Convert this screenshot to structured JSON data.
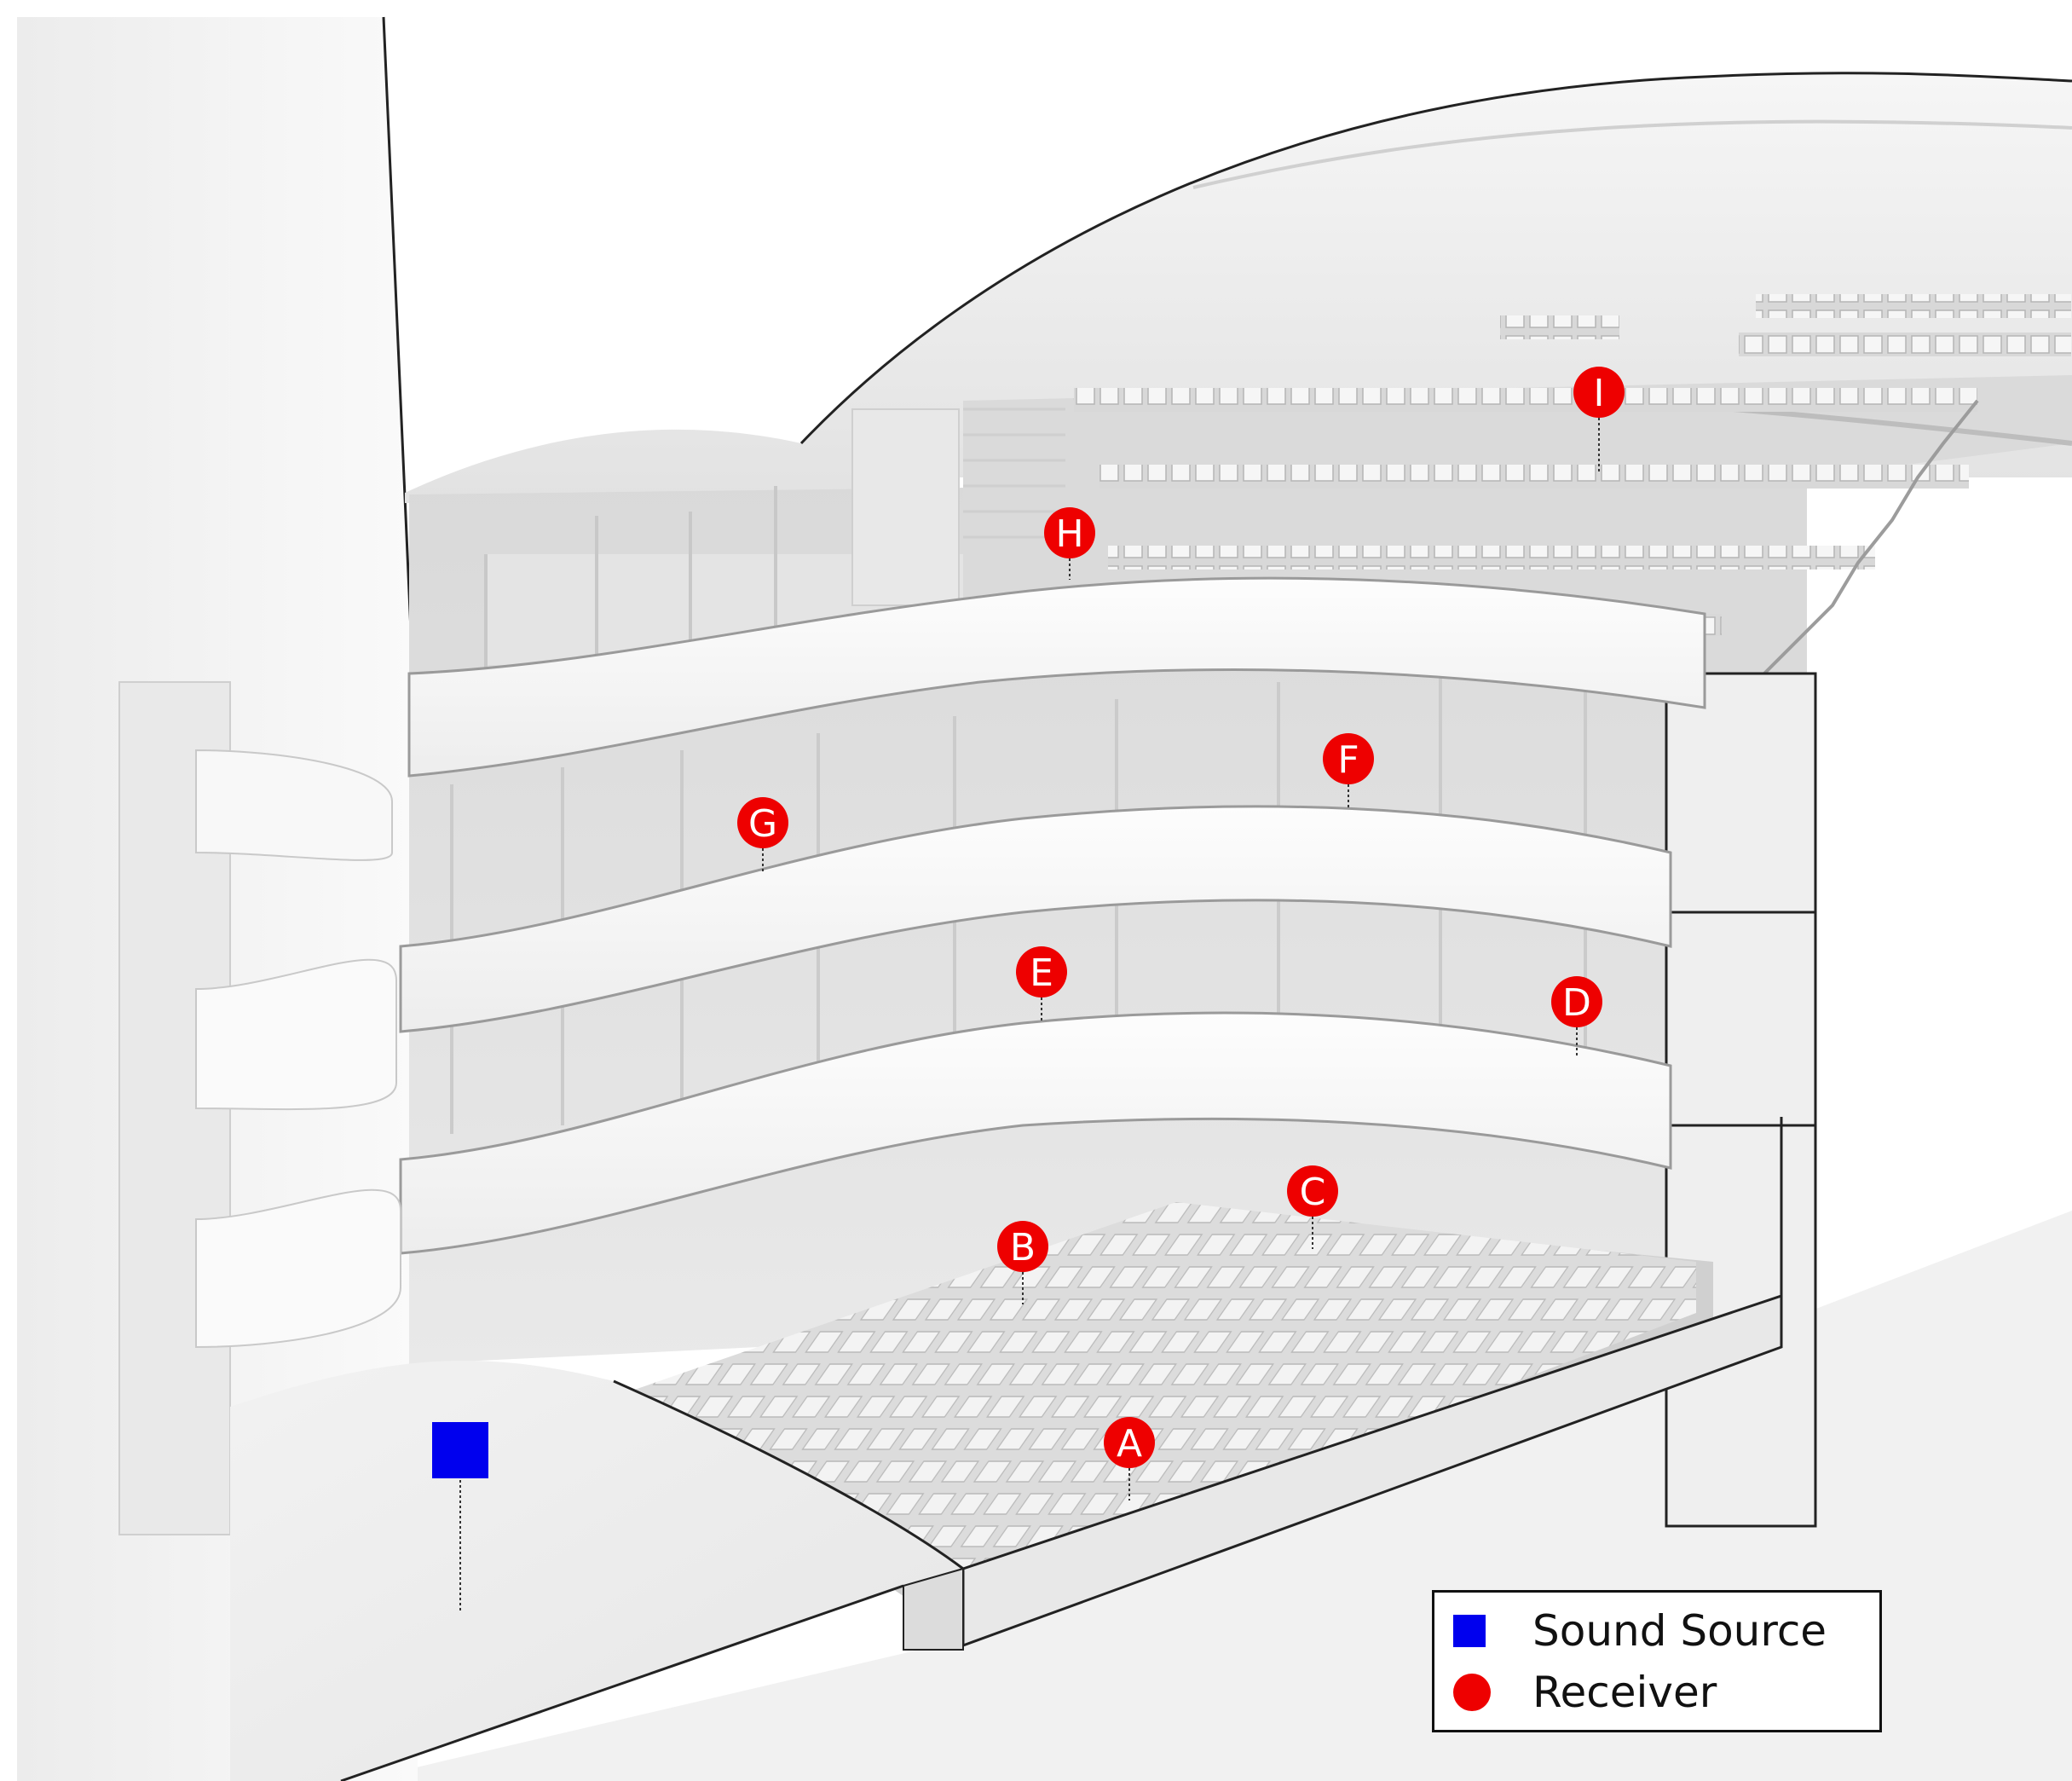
{
  "colors": {
    "source": "#0000ee",
    "receiver": "#ee0000",
    "marker_text": "#ffffff",
    "model_light": "#f4f4f4",
    "model_mid": "#dedede",
    "model_dark": "#c4c4c4"
  },
  "receivers": [
    {
      "id": "A",
      "level": "stalls-front"
    },
    {
      "id": "B",
      "level": "stalls-rear"
    },
    {
      "id": "C",
      "level": "stalls-rear"
    },
    {
      "id": "D",
      "level": "first-balcony"
    },
    {
      "id": "E",
      "level": "first-balcony"
    },
    {
      "id": "F",
      "level": "second-balcony"
    },
    {
      "id": "G",
      "level": "second-balcony"
    },
    {
      "id": "H",
      "level": "upper-tier"
    },
    {
      "id": "I",
      "level": "upper-tier"
    }
  ],
  "source": {
    "symbol": "square"
  },
  "legend": {
    "items": [
      {
        "label": "Sound Source",
        "symbol": "square"
      },
      {
        "label": "Receiver",
        "symbol": "circle"
      }
    ]
  }
}
